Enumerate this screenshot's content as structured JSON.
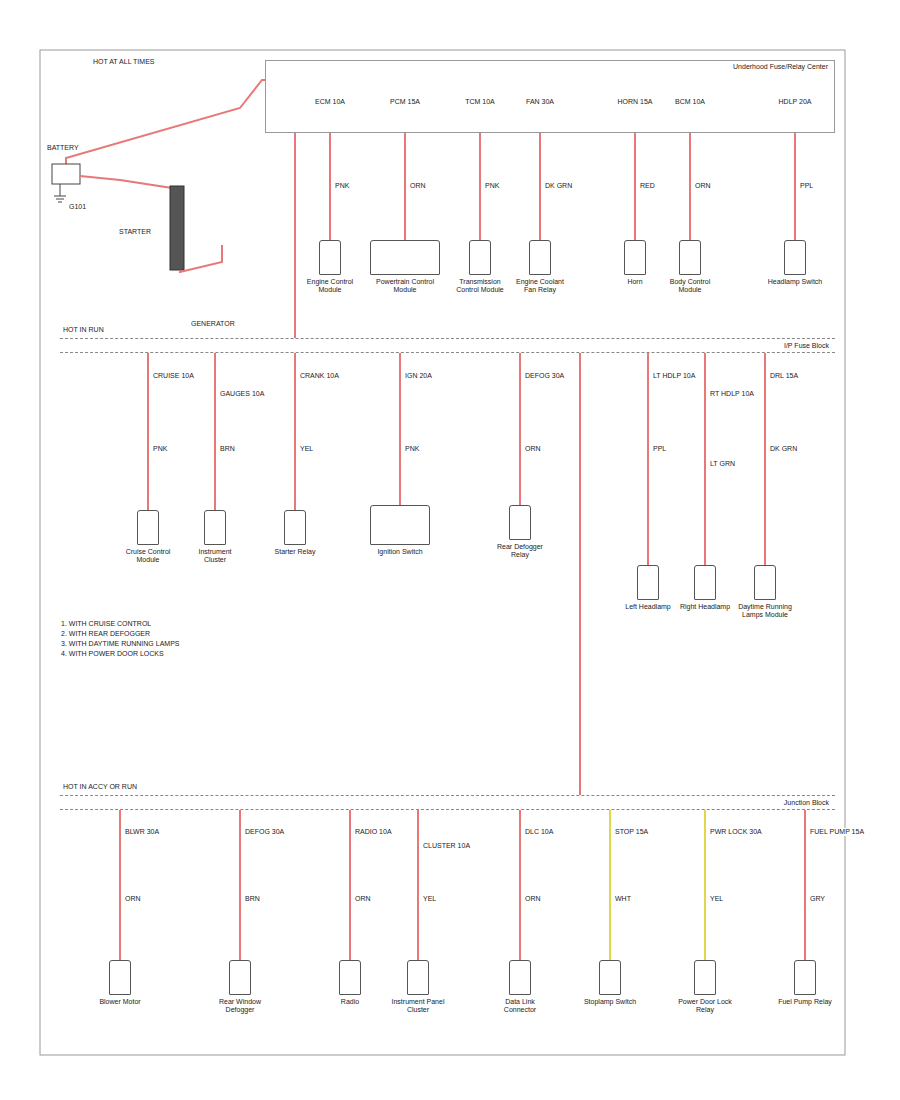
{
  "diagram": {
    "nodes": [
      {
        "text": [
          "Underhood Fuse/Relay Center"
        ]
      },
      {
        "text": [
          "I/P Fuse Block"
        ]
      },
      {
        "text": [
          "Junction Block"
        ]
      },
      {
        "text": [
          "Engine Control Module"
        ]
      },
      {
        "text": [
          "Powertrain Control Module"
        ]
      },
      {
        "text": [
          "Transmission Control Module"
        ]
      },
      {
        "text": [
          "Engine Coolant Fan Relay"
        ]
      },
      {
        "text": [
          "Horn"
        ]
      },
      {
        "text": [
          "Body Control Module"
        ]
      },
      {
        "text": [
          "Headlamp Switch"
        ]
      },
      {
        "text": [
          "Cruise Control Module"
        ]
      },
      {
        "text": [
          "Instrument Cluster"
        ]
      },
      {
        "text": [
          "Starter Relay"
        ]
      },
      {
        "text": [
          "Ignition Switch"
        ]
      },
      {
        "text": [
          "Rear Defogger Relay"
        ]
      },
      {
        "text": [
          "Left Headlamp"
        ]
      },
      {
        "text": [
          "Right Headlamp"
        ]
      },
      {
        "text": [
          "Daytime Running Lamps Module"
        ]
      },
      {
        "text": [
          "Blower Motor"
        ]
      },
      {
        "text": [
          "Rear Window Defogger"
        ]
      },
      {
        "text": [
          "Radio"
        ]
      },
      {
        "text": [
          "Instrument Panel Cluster"
        ]
      },
      {
        "text": [
          "Data Link Connector"
        ]
      },
      {
        "text": [
          "Stoplamp Switch"
        ]
      },
      {
        "text": [
          "Power Door Lock Relay"
        ]
      },
      {
        "text": [
          "Fuel Pump Relay"
        ]
      }
    ],
    "edges": [
      {
        "from": 0,
        "to": 1,
        "arrow": "none"
      },
      {
        "from": 1,
        "to": 2,
        "arrow": "none"
      },
      {
        "from": 0,
        "to": 3,
        "arrow": "none"
      },
      {
        "from": 0,
        "to": 4,
        "arrow": "none"
      },
      {
        "from": 0,
        "to": 5,
        "arrow": "none"
      },
      {
        "from": 0,
        "to": 6,
        "arrow": "none"
      },
      {
        "from": 0,
        "to": 7,
        "arrow": "none"
      },
      {
        "from": 0,
        "to": 8,
        "arrow": "none"
      },
      {
        "from": 0,
        "to": 9,
        "arrow": "none"
      },
      {
        "from": 1,
        "to": 10,
        "arrow": "none"
      },
      {
        "from": 1,
        "to": 11,
        "arrow": "none"
      },
      {
        "from": 1,
        "to": 12,
        "arrow": "none"
      },
      {
        "from": 1,
        "to": 13,
        "arrow": "none"
      },
      {
        "from": 1,
        "to": 14,
        "arrow": "none"
      },
      {
        "from": 1,
        "to": 15,
        "arrow": "none"
      },
      {
        "from": 1,
        "to": 16,
        "arrow": "none"
      },
      {
        "from": 1,
        "to": 17,
        "arrow": "none"
      },
      {
        "from": 2,
        "to": 18,
        "arrow": "none"
      },
      {
        "from": 2,
        "to": 19,
        "arrow": "none"
      },
      {
        "from": 2,
        "to": 20,
        "arrow": "none"
      },
      {
        "from": 2,
        "to": 21,
        "arrow": "none"
      },
      {
        "from": 2,
        "to": 22,
        "arrow": "none"
      },
      {
        "from": 2,
        "to": 23,
        "arrow": "none"
      },
      {
        "from": 2,
        "to": 24,
        "arrow": "none"
      },
      {
        "from": 2,
        "to": 25,
        "arrow": "none"
      }
    ],
    "labels": [
      "HOT AT ALL TIMES",
      "BATTERY",
      "G101",
      "STARTER",
      "GENERATOR",
      "ECM 10A",
      "PCM 15A",
      "TCM 10A",
      "FAN 30A",
      "HORN 15A",
      "BCM 10A",
      "HDLP 20A",
      "PNK",
      "ORN",
      "PNK",
      "DK GRN",
      "RED",
      "ORN",
      "PPL",
      "HOT IN RUN",
      "CRUISE 10A",
      "GAUGES 10A",
      "CRANK 10A",
      "IGN 20A",
      "DEFOG 30A",
      "LT HDLP 10A",
      "RT HDLP 10A",
      "DRL 15A",
      "PNK",
      "BRN",
      "YEL",
      "PNK",
      "ORN",
      "PPL",
      "LT GRN",
      "DK GRN",
      "1. WITH CRUISE CONTROL",
      "2. WITH REAR DEFOGGER",
      "3. WITH DAYTIME RUNNING LAMPS",
      "4. WITH POWER DOOR LOCKS",
      "HOT IN ACCY OR RUN",
      "BLWR 30A",
      "DEFOG 30A",
      "RADIO 10A",
      "CLUSTER 10A",
      "DLC 10A",
      "STOP 15A",
      "PWR LOCK 30A",
      "FUEL PUMP 15A",
      "ORN",
      "BRN",
      "ORN",
      "YEL",
      "ORN",
      "WHT",
      "YEL",
      "GRY"
    ]
  }
}
